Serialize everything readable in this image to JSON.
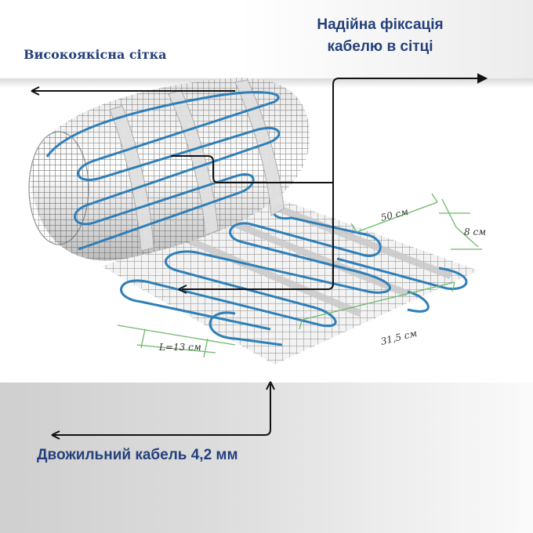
{
  "labels": {
    "mesh": "Високоякісна сітка",
    "fixation_line1": "Надійна фіксація",
    "fixation_line2": "кабелю в сітці",
    "cable": "Двожильний кабель 4,2 мм"
  },
  "dimensions": {
    "width_50": "50 см",
    "step_8": "8 см",
    "width_315": "31,5 см",
    "l_13": "L=13 см"
  },
  "colors": {
    "text": "#24407a",
    "cable": "#2f7fb8",
    "dimension_lines": "#6bb86b",
    "arrows": "#111111"
  }
}
